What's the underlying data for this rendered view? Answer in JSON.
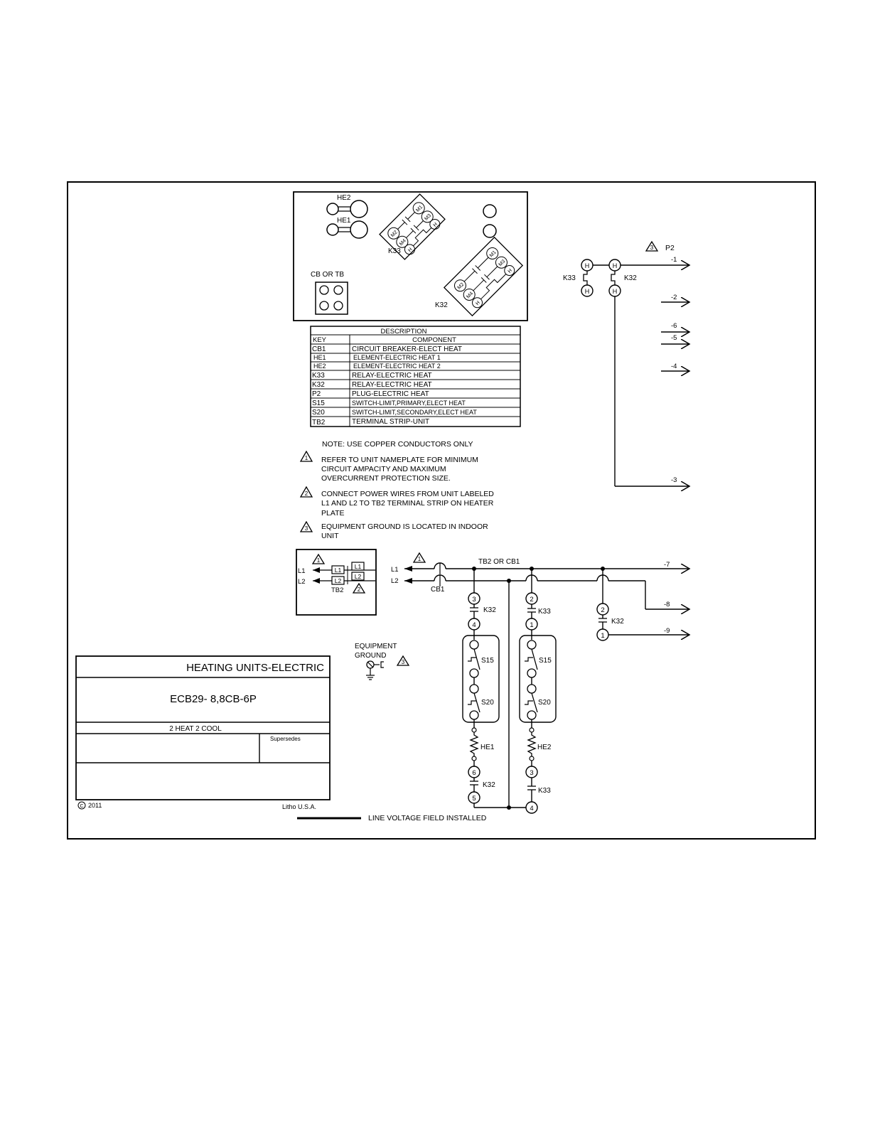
{
  "layout_box": {
    "he2": "HE2",
    "he1": "HE1",
    "k33": "K33",
    "k32": "K32",
    "cb_or_tb": "CB OR TB",
    "m1": "M1",
    "m2": "M2",
    "m3": "M3",
    "m4": "M4",
    "h": "H"
  },
  "description_table": {
    "title": "DESCRIPTION",
    "headers": [
      "KEY",
      "COMPONENT"
    ],
    "rows": [
      {
        "key": "CB1",
        "component": "CIRCUIT BREAKER-ELECT HEAT"
      },
      {
        "key": "HE1",
        "component": "ELEMENT-ELECTRIC HEAT 1"
      },
      {
        "key": "HE2",
        "component": "ELEMENT-ELECTRIC HEAT 2"
      },
      {
        "key": "K33",
        "component": "RELAY-ELECTRIC HEAT"
      },
      {
        "key": "K32",
        "component": "RELAY-ELECTRIC HEAT"
      },
      {
        "key": "P2",
        "component": "PLUG-ELECTRIC HEAT"
      },
      {
        "key": "S15",
        "component": "SWITCH-LIMIT,PRIMARY,ELECT HEAT"
      },
      {
        "key": "S20",
        "component": "SWITCH-LIMIT,SECONDARY,ELECT HEAT"
      },
      {
        "key": "TB2",
        "component": "TERMINAL STRIP-UNIT"
      }
    ]
  },
  "notes": {
    "main": "NOTE: USE COPPER CONDUCTORS ONLY",
    "items": [
      {
        "num": "1",
        "lines": [
          "REFER TO UNIT NAMEPLATE FOR MINIMUM",
          "CIRCUIT AMPACITY AND MAXIMUM",
          "OVERCURRENT PROTECTION SIZE."
        ]
      },
      {
        "num": "2",
        "lines": [
          "CONNECT POWER WIRES FROM UNIT LABELED",
          "L1 AND L2 TO TB2 TERMINAL STRIP ON HEATER",
          "PLATE"
        ]
      },
      {
        "num": "3",
        "lines": [
          "EQUIPMENT GROUND IS LOCATED IN INDOOR",
          "UNIT"
        ]
      }
    ]
  },
  "plug": {
    "label": "P2",
    "note_num": "3",
    "k33": "K33",
    "k32": "K32",
    "h": "H",
    "pins": [
      "-1",
      "-2",
      "-6",
      "-5",
      "-4",
      "-3"
    ]
  },
  "inset": {
    "l1": "L1",
    "l2": "L2",
    "tb2": "TB2",
    "note_a": "1",
    "note_b": "2"
  },
  "schematic": {
    "l1": "L1",
    "l2": "L2",
    "cb1": "CB1",
    "tb2_or_cb1": "TB2 OR CB1",
    "note_num": "1",
    "pins": [
      "-7",
      "-8",
      "-9"
    ],
    "k32": "K32",
    "k33": "K33",
    "s15": "S15",
    "s20": "S20",
    "he1": "HE1",
    "he2": "HE2",
    "n1": "1",
    "n2": "2",
    "n3": "3",
    "n4": "4",
    "n5": "5",
    "n6": "6"
  },
  "ground": {
    "line1": "EQUIPMENT",
    "line2": "GROUND",
    "note_num": "3"
  },
  "title_block": {
    "heading": "HEATING UNITS-ELECTRIC",
    "model": "ECB29- 8,8CB-6P",
    "subtitle": "2 HEAT 2 COOL",
    "supersedes": "Supersedes",
    "copyright_symbol": "C",
    "year": "2011",
    "litho": "Litho U.S.A."
  },
  "legend": {
    "text": "LINE VOLTAGE FIELD INSTALLED"
  }
}
